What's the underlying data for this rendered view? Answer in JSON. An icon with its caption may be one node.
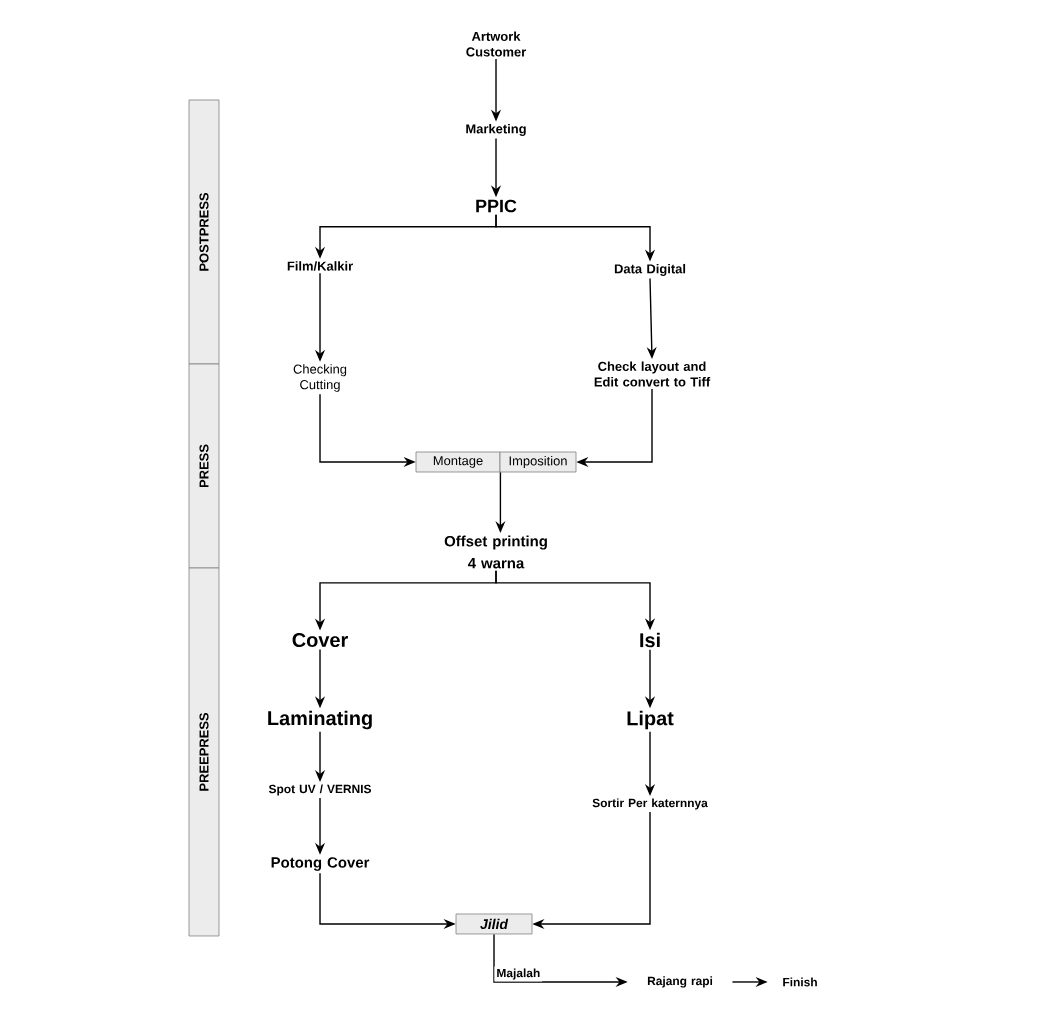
{
  "diagram": {
    "nodes": [
      {
        "text": [
          "Artwork Customer"
        ]
      },
      {
        "text": [
          "Marketing"
        ]
      },
      {
        "text": [
          "PPIC"
        ]
      },
      {
        "text": [
          "Film/Kalkir"
        ]
      },
      {
        "text": [
          "Data Digital"
        ]
      },
      {
        "text": [
          "Checking Cutting"
        ]
      },
      {
        "text": [
          "Check layout and Edit convert to Tiff"
        ]
      },
      {
        "text": [
          "Montage"
        ]
      },
      {
        "text": [
          "Imposition"
        ]
      },
      {
        "text": [
          "Offset printing",
          "4 warna"
        ]
      },
      {
        "text": [
          "Cover"
        ]
      },
      {
        "text": [
          "Isi"
        ]
      },
      {
        "text": [
          "Laminating"
        ]
      },
      {
        "text": [
          "Lipat"
        ]
      },
      {
        "text": [
          "Spot UV / VERNIS"
        ]
      },
      {
        "text": [
          "Sortir Per katernnya"
        ]
      },
      {
        "text": [
          "Potong Cover"
        ]
      },
      {
        "text": [
          "Jilid"
        ]
      },
      {
        "text": [
          "Rajang rapi"
        ]
      },
      {
        "text": [
          "Finish"
        ]
      },
      {
        "text": [
          "POSTPRESS"
        ]
      },
      {
        "text": [
          "PRESS"
        ]
      },
      {
        "text": [
          "PREEPRESS"
        ]
      }
    ],
    "edges": [
      {
        "from": 0,
        "to": 1,
        "arrow": "to"
      },
      {
        "from": 1,
        "to": 2,
        "arrow": "to"
      },
      {
        "from": 2,
        "to": 3,
        "arrow": "to"
      },
      {
        "from": 2,
        "to": 4,
        "arrow": "to"
      },
      {
        "from": 3,
        "to": 5,
        "arrow": "to"
      },
      {
        "from": 4,
        "to": 6,
        "arrow": "to"
      },
      {
        "from": 5,
        "to": 7,
        "arrow": "to"
      },
      {
        "from": 6,
        "to": 8,
        "arrow": "to"
      },
      {
        "from": 7,
        "to": 9,
        "arrow": "to"
      },
      {
        "from": 9,
        "to": 10,
        "arrow": "to"
      },
      {
        "from": 9,
        "to": 11,
        "arrow": "to"
      },
      {
        "from": 10,
        "to": 12,
        "arrow": "to"
      },
      {
        "from": 11,
        "to": 13,
        "arrow": "to"
      },
      {
        "from": 12,
        "to": 14,
        "arrow": "to"
      },
      {
        "from": 13,
        "to": 15,
        "arrow": "to"
      },
      {
        "from": 14,
        "to": 16,
        "arrow": "to"
      },
      {
        "from": 15,
        "to": 17,
        "arrow": "to"
      },
      {
        "from": 16,
        "to": 17,
        "arrow": "to"
      },
      {
        "from": 17,
        "to": 18,
        "label": "Majalah",
        "arrow": "to"
      },
      {
        "from": 18,
        "to": 19,
        "arrow": "to"
      }
    ]
  }
}
